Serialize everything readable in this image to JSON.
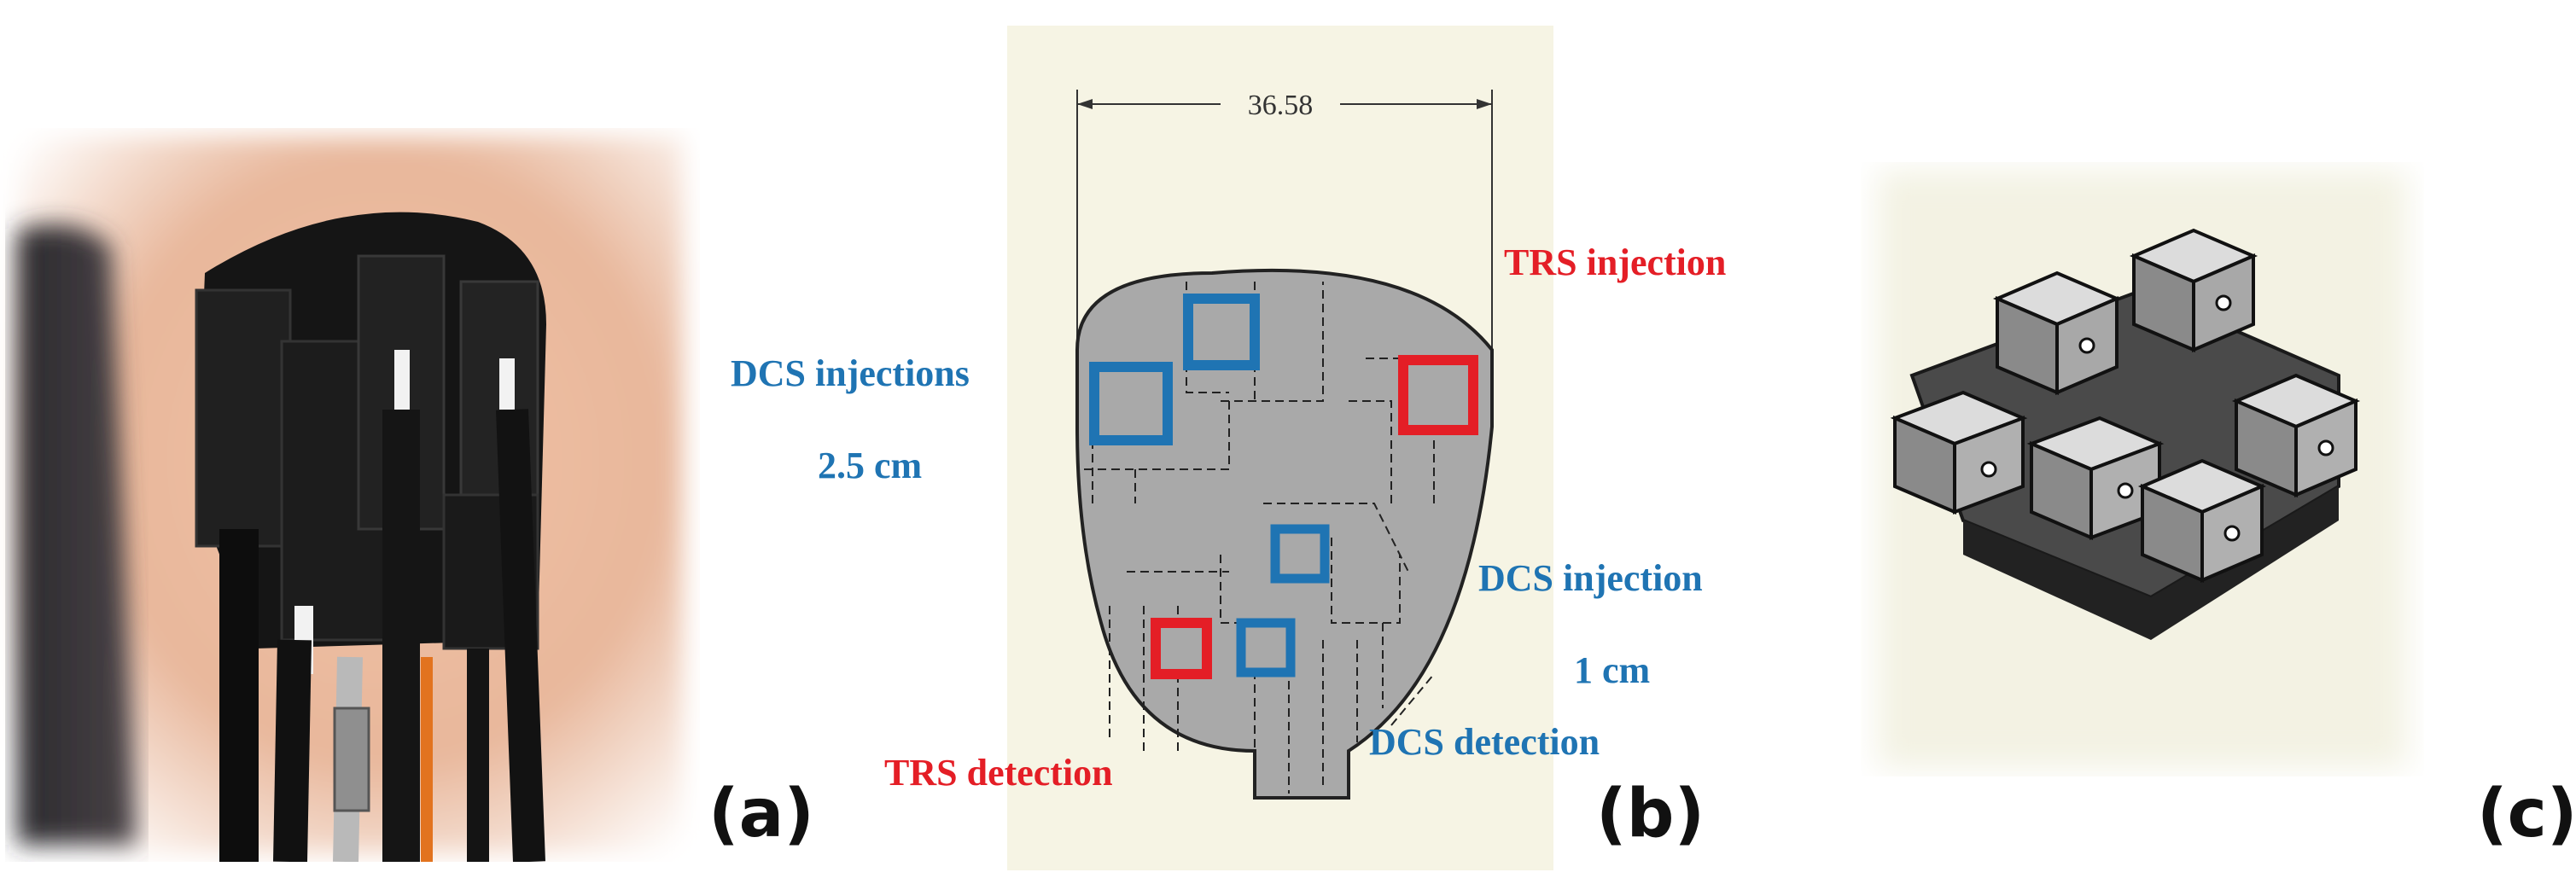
{
  "panels": {
    "a": {
      "label": "(a)",
      "photo": "probe-on-arm-photo"
    },
    "b": {
      "label": "(b)",
      "dimension": "36.58",
      "annotations": {
        "trs_injection": "TRS injection",
        "dcs_injections": "DCS injections",
        "distance_long": "2.5 cm",
        "dcs_injection": "DCS injection",
        "distance_short": "1 cm",
        "dcs_detection": "DCS detection",
        "trs_detection": "TRS detection"
      }
    },
    "c": {
      "label": "(c)",
      "render": "probe-3d-model"
    }
  },
  "colors": {
    "trs_red": "#e41e26",
    "dcs_blue": "#1f74b3",
    "probe_gray": "#a9a9a9",
    "drawing_bg": "#f6f4e4"
  }
}
